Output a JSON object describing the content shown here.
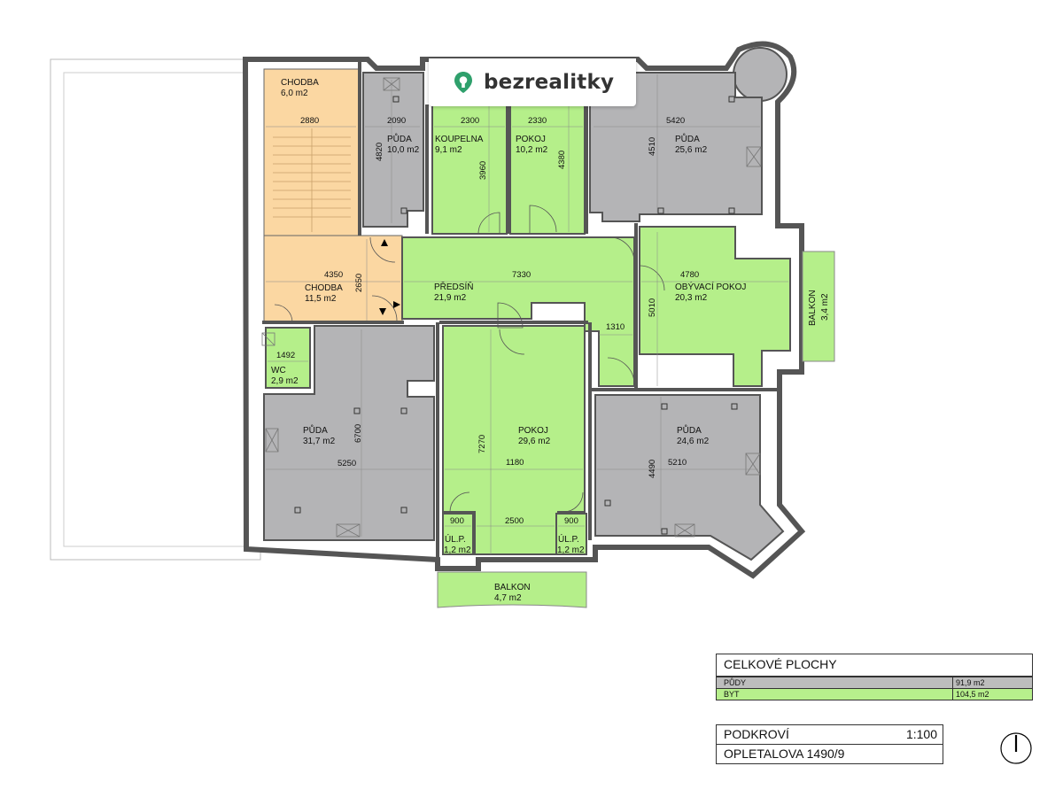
{
  "logo": {
    "text": "bezrealitky",
    "mark_icon": "location-pin-icon",
    "colors": {
      "mark": "#2fa06c",
      "text": "#333333"
    }
  },
  "colors": {
    "attic": "#b4b4b6",
    "apartment": "#b5ef8a",
    "corridor": "#fbd7a2",
    "wall": "#555555"
  },
  "rooms": [
    {
      "id": "chodba-top",
      "name": "CHODBA",
      "area": "6,0 m2",
      "type": "corridor"
    },
    {
      "id": "chodba-mid",
      "name": "CHODBA",
      "area": "11,5 m2",
      "type": "corridor"
    },
    {
      "id": "puda-1",
      "name": "PŮDA",
      "area": "10,0 m2",
      "type": "attic"
    },
    {
      "id": "koupelna",
      "name": "KOUPELNA",
      "area": "9,1 m2",
      "type": "apartment"
    },
    {
      "id": "pokoj-small",
      "name": "POKOJ",
      "area": "10,2 m2",
      "type": "apartment"
    },
    {
      "id": "puda-2",
      "name": "PŮDA",
      "area": "25,6 m2",
      "type": "attic"
    },
    {
      "id": "predsin",
      "name": "PŘEDSÍŇ",
      "area": "21,9 m2",
      "type": "apartment"
    },
    {
      "id": "obyvaci",
      "name": "OBÝVACÍ POKOJ",
      "area": "20,3 m2",
      "type": "apartment"
    },
    {
      "id": "balkon-right",
      "name": "BALKON",
      "area": "3,4 m2",
      "type": "apartment"
    },
    {
      "id": "wc",
      "name": "WC",
      "area": "2,9 m2",
      "type": "apartment"
    },
    {
      "id": "puda-3",
      "name": "PŮDA",
      "area": "31,7 m2",
      "type": "attic"
    },
    {
      "id": "pokoj-big",
      "name": "POKOJ",
      "area": "29,6 m2",
      "type": "apartment"
    },
    {
      "id": "puda-4",
      "name": "PŮDA",
      "area": "24,6 m2",
      "type": "attic"
    },
    {
      "id": "ulp-left",
      "name": "ÚL.P.",
      "area": "1,2 m2",
      "type": "apartment"
    },
    {
      "id": "ulp-right",
      "name": "ÚL.P.",
      "area": "1,2 m2",
      "type": "apartment"
    },
    {
      "id": "balkon-bottom",
      "name": "BALKON",
      "area": "4,7 m2",
      "type": "apartment"
    }
  ],
  "dimensions": [
    "2880",
    "2090",
    "2300",
    "2330",
    "5420",
    "4820",
    "3960",
    "4380",
    "4510",
    "4350",
    "2650",
    "7330",
    "4780",
    "5010",
    "1310",
    "1492",
    "6700",
    "5250",
    "7270",
    "1180",
    "4490",
    "5210",
    "900",
    "2500",
    "900"
  ],
  "totals": {
    "title": "CELKOVÉ PLOCHY",
    "rows": [
      {
        "label": "PŮDY",
        "value": "91,9 m2",
        "color": "#bdbdbd"
      },
      {
        "label": "BYT",
        "value": "104,5 m2",
        "color": "#b7f08c"
      }
    ]
  },
  "stamp": {
    "floor": "PODKROVÍ",
    "scale": "1:100",
    "address": "OPLETALOVA 1490/9"
  },
  "north_icon": "north-arrow-icon"
}
